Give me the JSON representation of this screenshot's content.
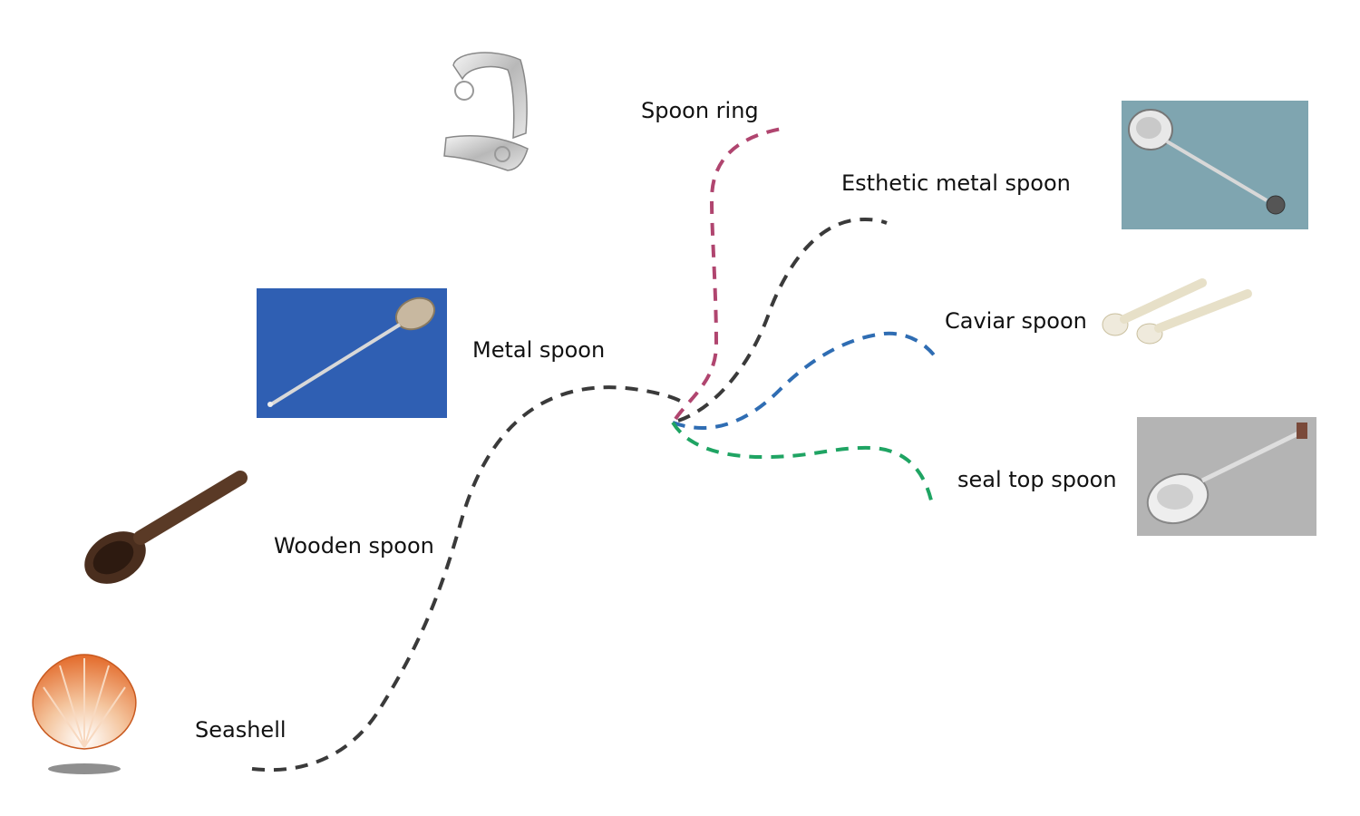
{
  "labels": {
    "spoon_ring": "Spoon ring",
    "esthetic_metal_spoon": "Esthetic metal spoon",
    "caviar_spoon": "Caviar spoon",
    "metal_spoon": "Metal spoon",
    "seal_top_spoon": "seal top spoon",
    "wooden_spoon": "Wooden spoon",
    "seashell": "Seashell"
  },
  "colors": {
    "trunk": "#3a3a3a",
    "spoon_ring": "#b0456f",
    "esthetic_metal_spoon": "#3a3a3a",
    "caviar_spoon": "#2f6db3",
    "seal_top_spoon": "#1fa463"
  }
}
